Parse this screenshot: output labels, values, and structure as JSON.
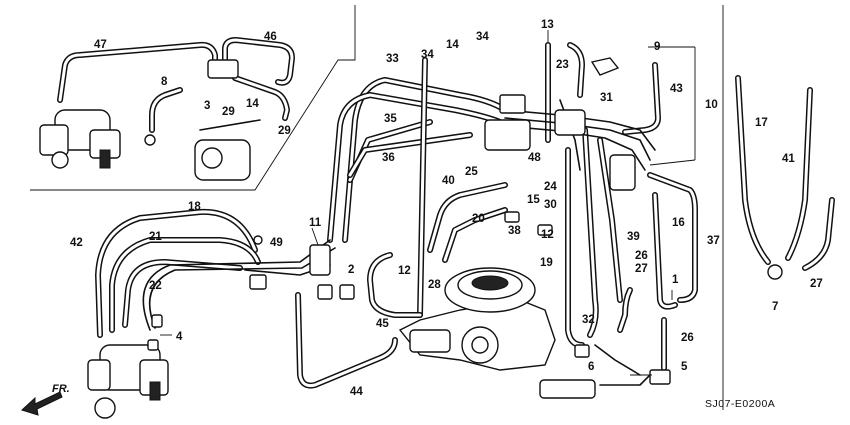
{
  "diagram": {
    "drawing_code": "SJ07-E0200A",
    "direction_label": "FR.",
    "callouts": {
      "c1": "1",
      "c2": "2",
      "c3": "3",
      "c4": "4",
      "c5": "5",
      "c6": "6",
      "c7": "7",
      "c8": "8",
      "c9": "9",
      "c10": "10",
      "c11": "11",
      "c12": "12",
      "c12b": "12",
      "c13": "13",
      "c14": "14",
      "c14b": "14",
      "c15": "15",
      "c16": "16",
      "c17": "17",
      "c18": "18",
      "c19": "19",
      "c20": "20",
      "c21": "21",
      "c22": "22",
      "c23": "23",
      "c24": "24",
      "c25": "25",
      "c26": "26",
      "c26b": "26",
      "c27": "27",
      "c27b": "27",
      "c28": "28",
      "c29": "29",
      "c29b": "29",
      "c30": "30",
      "c31": "31",
      "c32": "32",
      "c33": "33",
      "c34": "34",
      "c34b": "34",
      "c35": "35",
      "c36": "36",
      "c37": "37",
      "c38": "38",
      "c39": "39",
      "c40": "40",
      "c41": "41",
      "c42": "42",
      "c43": "43",
      "c44": "44",
      "c45": "45",
      "c46": "46",
      "c47": "47",
      "c48": "48",
      "c49": "49"
    }
  }
}
